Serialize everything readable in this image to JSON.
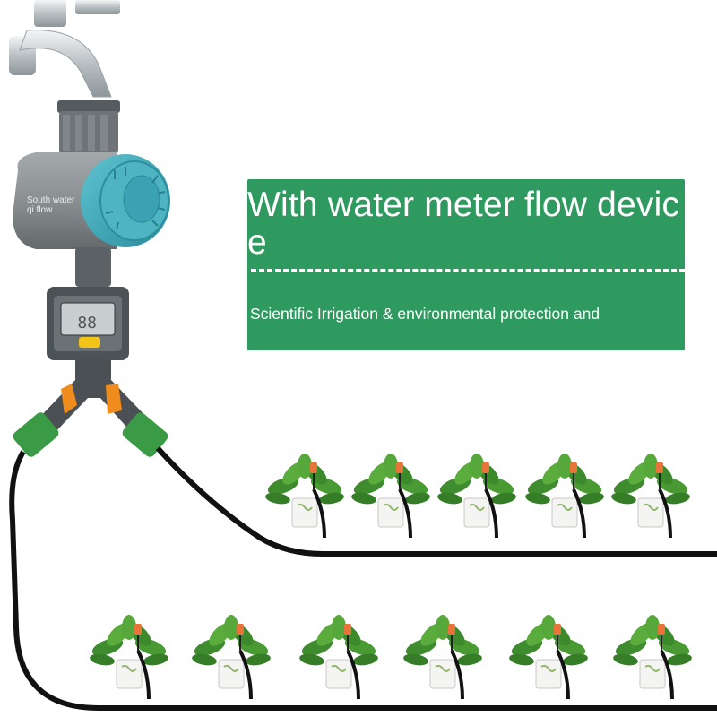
{
  "banner": {
    "title": "With water meter flow device",
    "subtitle": "Scientific Irrigation & environmental protection and"
  },
  "device": {
    "label": "South water qi flow",
    "display_reading": "88"
  },
  "colors": {
    "banner_green": "#2f9a5f",
    "timer_teal": "#3aa8b8",
    "timer_body": "#8a8f92",
    "connector_green": "#3a9a45",
    "valve_orange": "#f08c1e",
    "hose_black": "#111111",
    "dripper_orange": "#e8743a"
  },
  "icons": [
    "faucet-icon",
    "water-timer-icon",
    "flow-meter-icon",
    "y-splitter-icon",
    "plant-pot-icon"
  ]
}
